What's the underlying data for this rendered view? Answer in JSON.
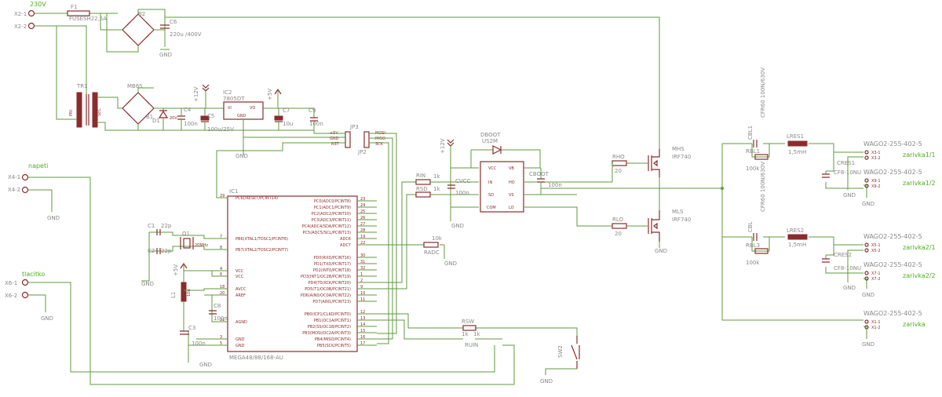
{
  "connectors": {
    "x2_1": "X2-1",
    "x2_2": "X2-2",
    "v230": "230V",
    "x4_1": "X4-1",
    "x4_2": "X4-2",
    "napeti": "napeti",
    "x6_1": "X6-1",
    "x6_2": "X6-2",
    "tlacitko": "tlacitko"
  },
  "parts": {
    "f1": "F1",
    "fuse": "FUSESH22,5A",
    "b2": "B2",
    "c6": "C6",
    "c6v": "220u /400V",
    "tr1": "TR1",
    "mb6s": "MB6S",
    "b1": "B1",
    "d1": "D1",
    "d1v": "20V",
    "c4": "C4",
    "c4v": "100n",
    "c5": "C5",
    "c5v": "100u/25V",
    "ic2": "IC2",
    "ic2v": "7805DT",
    "vi": "VI",
    "vo": "VO",
    "gndpin": "GND",
    "c7": "C7",
    "c7v": "10u",
    "c9": "C9",
    "c9v": "100n",
    "jp3": "JP3",
    "jp2": "JP2",
    "jp_5v": "+5V",
    "jp_gnd": "GND",
    "jp_rst": "RST",
    "jp_mosi": "MOSI",
    "jp_miso": "MISO",
    "jp_sck": "SCK",
    "ic1": "IC1",
    "ic1v": "MEGA48/88/168-AU",
    "c1": "C1",
    "c2": "C2",
    "c1v": "22p",
    "c2v": "22p",
    "q1": "Q1",
    "q1v": "20MHz",
    "l1": "L1",
    "l1v": "10u",
    "c8": "C8",
    "c8v": "100n",
    "c3": "C3",
    "c3v": "100n",
    "rin": "RIN",
    "rsd": "RSD",
    "r1k": "1k",
    "cvcc": "CVCC",
    "cvccv": "100n",
    "dboot": "DBOOT",
    "us2": "US2M",
    "cboot": "CBOOT",
    "cbootv": "100n",
    "u_vcc": "VCC",
    "u_vb": "VB",
    "u_in": "IN",
    "u_ho": "HO",
    "u_sd": "SD",
    "u_vs": "VS",
    "u_com": "COM",
    "u_lo": "LO",
    "radc": "RADC",
    "radcv": "10k",
    "rho": "RHO",
    "rhov": "20",
    "rlo": "RLO",
    "rlov": "20",
    "mhs": "MHS",
    "mhsv": "IRF740",
    "mls": "MLS",
    "mlsv": "IRF740",
    "cbl1": "CBL1",
    "cbl1v": "CFR60 100N/630V",
    "rbl1": "RBL1",
    "rbl1v": "100k",
    "lres1": "LRES1",
    "lres1v": "1,5mH",
    "cres1": "CRES1",
    "cres1v": "CF8-10NU",
    "cbl": "CBL",
    "cblv": "CFR60 100N/630V",
    "rbl3": "RBL3",
    "rbl3v": "100k",
    "lres2": "LRES2",
    "lres2v": "1,5mH",
    "cres2": "CRES2",
    "cres2v": "CF8-10NU",
    "rsw": "RSW",
    "rsw1k": "1k",
    "ruin": "RUIN",
    "ruin1k": "1k",
    "sw2": "SW2",
    "gnd": "GND",
    "p12v": "+12V",
    "p5v": "+5V",
    "pri": "PRI",
    "sec": "SEC"
  },
  "ic1_left_pins": [
    {
      "num": "29",
      "name": "PC6(/RESET/PCINT14)"
    },
    {
      "num": "7",
      "name": "PB6(XTAL1/TOSC1/PCINT6)"
    },
    {
      "num": "8",
      "name": "PB7(XTAL2/TOSC2/PCINT7)"
    },
    {
      "num": "4",
      "name": "VCC"
    },
    {
      "num": "6",
      "name": "VCC"
    },
    {
      "num": "18",
      "name": "AVCC"
    },
    {
      "num": "20",
      "name": "AREF"
    },
    {
      "num": "21",
      "name": "AGND"
    },
    {
      "num": "3",
      "name": "GND"
    },
    {
      "num": "5",
      "name": "GND"
    }
  ],
  "ic1_right_pins": [
    {
      "num": "23",
      "name": "PC0(ADC0/PCINT8)"
    },
    {
      "num": "24",
      "name": "PC1(ADC1/PCINT9)"
    },
    {
      "num": "25",
      "name": "PC2(ADC2/PCINT10)"
    },
    {
      "num": "26",
      "name": "PC3(ADC3/PCINT11)"
    },
    {
      "num": "27",
      "name": "PC4(ADC4/SDA/PCINT12)"
    },
    {
      "num": "28",
      "name": "PC5(ADC5/SCL/PCINT13)"
    },
    {
      "num": "19",
      "name": "ADC6"
    },
    {
      "num": "22",
      "name": "ADC7"
    },
    {
      "num": "30",
      "name": "PD0(RXD/PCINT16)"
    },
    {
      "num": "31",
      "name": "PD1(TXD/PCINT17)"
    },
    {
      "num": "32",
      "name": "PD2(INT0/PCINT18)"
    },
    {
      "num": "1",
      "name": "PD3(INT1/OC2B/PCINT19)"
    },
    {
      "num": "2",
      "name": "PD4(T0/XCK/PCINT20)"
    },
    {
      "num": "9",
      "name": "PD5(T1/OC0B/PCINT21)"
    },
    {
      "num": "10",
      "name": "PD6(AIN0/OC0A/PCINT22)"
    },
    {
      "num": "11",
      "name": "PD7(AIN1/PCINT23)"
    },
    {
      "num": "12",
      "name": "PB0(ICP1/CLKO/PCINT0)"
    },
    {
      "num": "13",
      "name": "PB1(OC1A/PCINT1)"
    },
    {
      "num": "14",
      "name": "PB2(SS/OC1B/PCINT2)"
    },
    {
      "num": "15",
      "name": "PB3(MOSI/OC2A/PCINT3)"
    },
    {
      "num": "16",
      "name": "PB4(MISO/PCINT4)"
    },
    {
      "num": "17",
      "name": "PB5(SCK/PCINT5)"
    }
  ],
  "outputs": [
    {
      "title": "WAGO2-255-402-5",
      "p1": "X3-1",
      "p2": "X3-2",
      "label": "zarivka1/1"
    },
    {
      "title": "WAGO2-255-402-5",
      "p1": "X9-1",
      "p2": "X9-2",
      "label": "zarivka1/2"
    },
    {
      "title": "WAGO2-255-402-5",
      "p1": "X5-1",
      "p2": "X5-2",
      "label": "zarivka2/1"
    },
    {
      "title": "WAGO2-255-402-5",
      "p1": "X7-1",
      "p2": "X7-2",
      "label": "zarivka2/2"
    },
    {
      "title": "WAGO2-255-402-5",
      "p1": "X1-1",
      "p2": "X1-2",
      "label": "zarivka"
    }
  ]
}
